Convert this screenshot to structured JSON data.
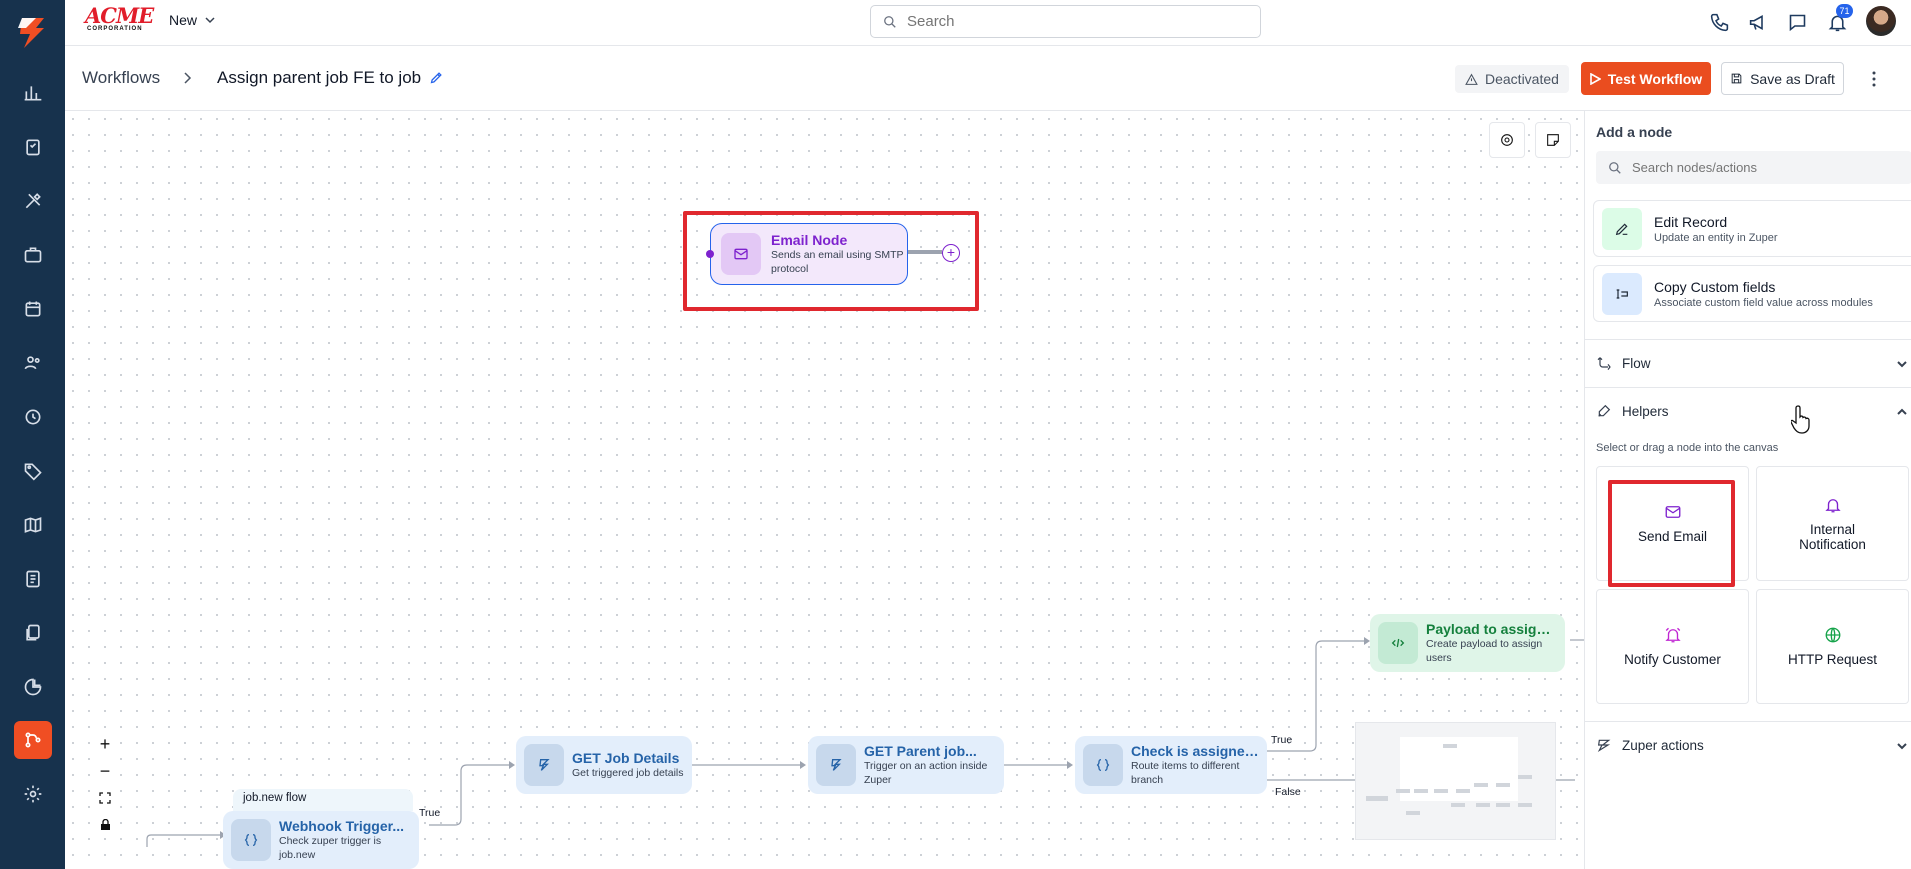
{
  "app": {
    "brand": "ACME",
    "brand_sub": "CORPORATION",
    "new_menu": "New",
    "search_placeholder": "Search",
    "notifications_count": "71"
  },
  "header": {
    "breadcrumb_root": "Workflows",
    "workflow_title": "Assign parent job FE to job",
    "status": "Deactivated",
    "test_button": "Test Workflow",
    "draft_button": "Save as Draft"
  },
  "canvas": {
    "email_node": {
      "title": "Email Node",
      "subtitle_1": "Sends an email using SMTP",
      "subtitle_2": "protocol"
    },
    "flow_label": "job.new flow",
    "nodes": [
      {
        "title": "Webhook Trigger...",
        "subtitle_1": "Check zuper trigger is",
        "subtitle_2": "job.new"
      },
      {
        "title": "GET Job Details",
        "subtitle_1": "Get triggered job details",
        "subtitle_2": ""
      },
      {
        "title": "GET Parent job...",
        "subtitle_1": "Trigger on an action inside",
        "subtitle_2": "Zuper"
      },
      {
        "title": "Check is assigned...",
        "subtitle_1": "Route items to different",
        "subtitle_2": "branch"
      },
      {
        "title": "Payload to assign...",
        "subtitle_1": "Create payload to assign",
        "subtitle_2": "users"
      }
    ],
    "edge_labels": {
      "true_1": "True",
      "true_2": "True",
      "false_1": "False"
    },
    "zoom_in": "+",
    "zoom_out": "−"
  },
  "panel": {
    "title": "Add a node",
    "search_placeholder": "Search nodes/actions",
    "actions": [
      {
        "title": "Edit Record",
        "subtitle": "Update an entity in Zuper"
      },
      {
        "title": "Copy Custom fields",
        "subtitle": "Associate custom field value across modules"
      }
    ],
    "sections": {
      "flow": "Flow",
      "helpers": "Helpers",
      "zuper_actions": "Zuper actions"
    },
    "hint": "Select or drag a node into the canvas",
    "tiles": [
      {
        "label": "Send Email"
      },
      {
        "label": "Internal Notification"
      },
      {
        "label": "Notify Customer"
      },
      {
        "label": "HTTP Request"
      }
    ]
  },
  "colors": {
    "accent": "#ea4d1f",
    "rail": "#17324d",
    "node_bg": "#e3eefb",
    "highlight": "#e0282e",
    "email_node": "#7e22ce",
    "helpers_green": "#16a34a"
  }
}
